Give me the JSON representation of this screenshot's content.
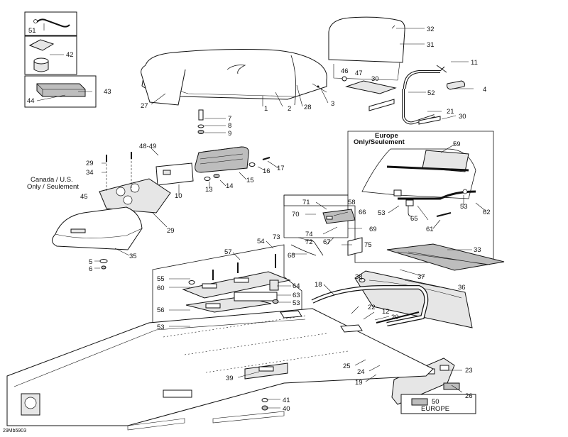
{
  "callouts": [
    {
      "id": "c51",
      "text": "51"
    },
    {
      "id": "c42",
      "text": "42"
    },
    {
      "id": "c43",
      "text": "43"
    },
    {
      "id": "c44",
      "text": "44"
    },
    {
      "id": "c27",
      "text": "27"
    },
    {
      "id": "c1",
      "text": "1"
    },
    {
      "id": "c2",
      "text": "2"
    },
    {
      "id": "c28",
      "text": "28"
    },
    {
      "id": "c3",
      "text": "3"
    },
    {
      "id": "c32",
      "text": "32"
    },
    {
      "id": "c31",
      "text": "31"
    },
    {
      "id": "c11",
      "text": "11"
    },
    {
      "id": "c46",
      "text": "46"
    },
    {
      "id": "c47",
      "text": "47"
    },
    {
      "id": "c30a",
      "text": "30"
    },
    {
      "id": "c52",
      "text": "52"
    },
    {
      "id": "c4",
      "text": "4"
    },
    {
      "id": "c21",
      "text": "21"
    },
    {
      "id": "c30b",
      "text": "30"
    },
    {
      "id": "c7",
      "text": "7"
    },
    {
      "id": "c8",
      "text": "8"
    },
    {
      "id": "c9",
      "text": "9"
    },
    {
      "id": "c4849",
      "text": "48-49"
    },
    {
      "id": "c29a",
      "text": "29"
    },
    {
      "id": "c34",
      "text": "34"
    },
    {
      "id": "c45",
      "text": "45"
    },
    {
      "id": "c29b",
      "text": "29"
    },
    {
      "id": "c10",
      "text": "10"
    },
    {
      "id": "c13",
      "text": "13"
    },
    {
      "id": "c14",
      "text": "14"
    },
    {
      "id": "c15",
      "text": "15"
    },
    {
      "id": "c16",
      "text": "16"
    },
    {
      "id": "c17",
      "text": "17"
    },
    {
      "id": "c35",
      "text": "35"
    },
    {
      "id": "c5",
      "text": "5"
    },
    {
      "id": "c6",
      "text": "6"
    },
    {
      "id": "c59",
      "text": "59"
    },
    {
      "id": "c62",
      "text": "62"
    },
    {
      "id": "c53a",
      "text": "53"
    },
    {
      "id": "c53b",
      "text": "53"
    },
    {
      "id": "c65",
      "text": "65"
    },
    {
      "id": "c61",
      "text": "61"
    },
    {
      "id": "c71",
      "text": "71"
    },
    {
      "id": "c58",
      "text": "58"
    },
    {
      "id": "c70",
      "text": "70"
    },
    {
      "id": "c66",
      "text": "66"
    },
    {
      "id": "c69",
      "text": "69"
    },
    {
      "id": "c74",
      "text": "74"
    },
    {
      "id": "c73",
      "text": "73"
    },
    {
      "id": "c72",
      "text": "72"
    },
    {
      "id": "c67",
      "text": "67"
    },
    {
      "id": "c75",
      "text": "75"
    },
    {
      "id": "c68",
      "text": "68"
    },
    {
      "id": "c33",
      "text": "33"
    },
    {
      "id": "c54",
      "text": "54"
    },
    {
      "id": "c57",
      "text": "57"
    },
    {
      "id": "c55",
      "text": "55"
    },
    {
      "id": "c60",
      "text": "60"
    },
    {
      "id": "c64",
      "text": "64"
    },
    {
      "id": "c63",
      "text": "63"
    },
    {
      "id": "c53c",
      "text": "53"
    },
    {
      "id": "c56",
      "text": "56"
    },
    {
      "id": "c53d",
      "text": "53"
    },
    {
      "id": "c38",
      "text": "38"
    },
    {
      "id": "c37",
      "text": "37"
    },
    {
      "id": "c36",
      "text": "36"
    },
    {
      "id": "c18",
      "text": "18"
    },
    {
      "id": "c22",
      "text": "22"
    },
    {
      "id": "c12",
      "text": "12"
    },
    {
      "id": "c20",
      "text": "20"
    },
    {
      "id": "c25",
      "text": "25"
    },
    {
      "id": "c24",
      "text": "24"
    },
    {
      "id": "c19",
      "text": "19"
    },
    {
      "id": "c23",
      "text": "23"
    },
    {
      "id": "c26",
      "text": "26"
    },
    {
      "id": "c50",
      "text": "50"
    },
    {
      "id": "c39",
      "text": "39"
    },
    {
      "id": "c41",
      "text": "41"
    },
    {
      "id": "c40",
      "text": "40"
    }
  ],
  "notes": {
    "europe_only_line1": "Europe",
    "europe_only_line2": "Only/Seulement",
    "canada_us_line1": "Canada / U.S.",
    "canada_us_line2": "Only / Seulement",
    "europe_box": "EUROPE"
  },
  "figure_code": "29Mb5903"
}
